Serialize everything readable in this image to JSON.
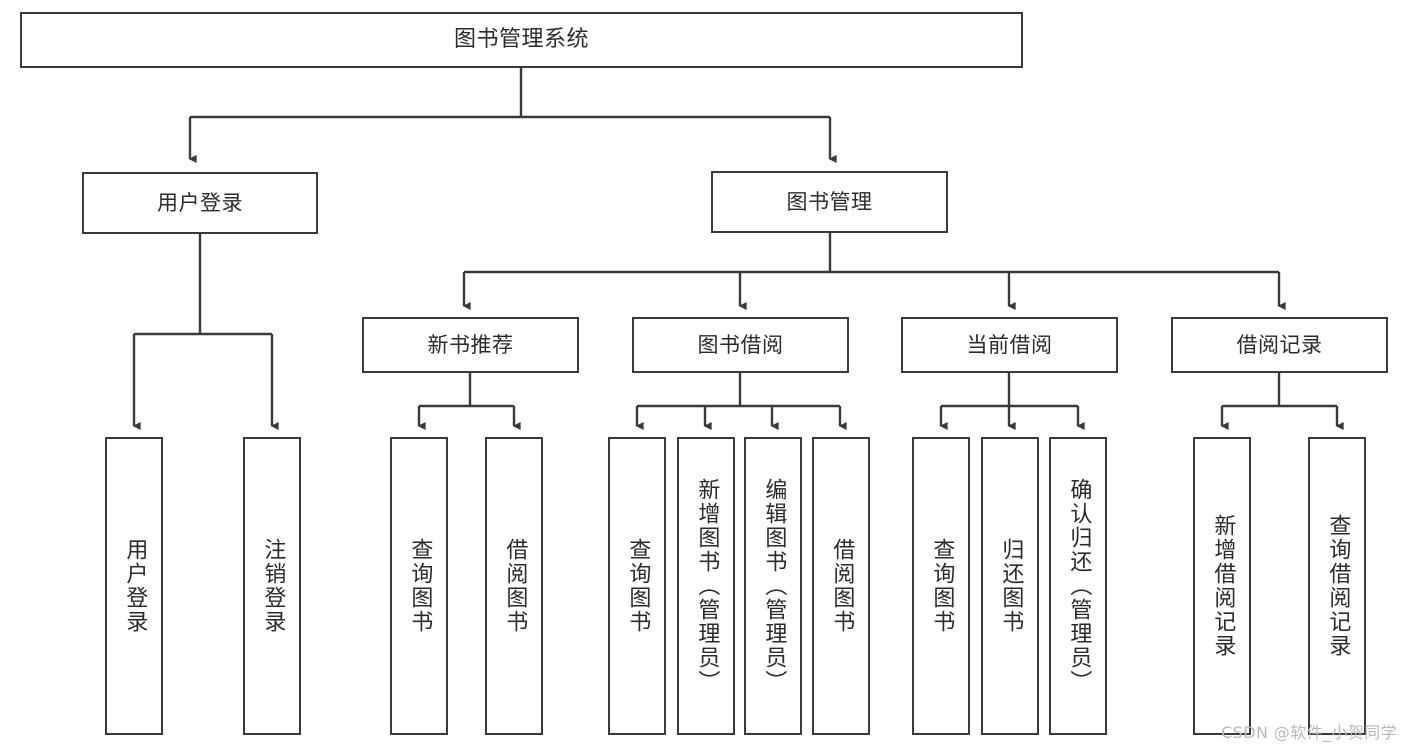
{
  "diagram": {
    "type": "tree",
    "title": "图书管理系统",
    "orientation": "top-down",
    "edge_color": "#3a3a3a",
    "node_border_color": "#3a3a3a",
    "node_fill_color": "#ffffff",
    "text_color": "#2b2b2b",
    "background_color": "#ffffff"
  },
  "nodes": {
    "root": {
      "label": "图书管理系统"
    },
    "level1": [
      {
        "id": "user-login",
        "label": "用户登录"
      },
      {
        "id": "book-management",
        "label": "图书管理"
      }
    ],
    "level2": [
      {
        "id": "new-book-recommend",
        "label": "新书推荐"
      },
      {
        "id": "book-borrow",
        "label": "图书借阅"
      },
      {
        "id": "current-borrow",
        "label": "当前借阅"
      },
      {
        "id": "borrow-record",
        "label": "借阅记录"
      }
    ],
    "leaves": {
      "user_login": [
        {
          "id": "leaf-user-login",
          "label": "用户登录"
        },
        {
          "id": "leaf-user-logout",
          "label": "注销登录"
        }
      ],
      "new_book_recommend": [
        {
          "id": "leaf-query-book-1",
          "label": "查询图书"
        },
        {
          "id": "leaf-borrow-book-1",
          "label": "借阅图书"
        }
      ],
      "book_borrow": [
        {
          "id": "leaf-query-book-2",
          "label": "查询图书"
        },
        {
          "id": "leaf-add-book",
          "label": "新增图书（管理员）"
        },
        {
          "id": "leaf-edit-book",
          "label": "编辑图书（管理员）"
        },
        {
          "id": "leaf-borrow-book-2",
          "label": "借阅图书"
        }
      ],
      "current_borrow": [
        {
          "id": "leaf-query-book-3",
          "label": "查询图书"
        },
        {
          "id": "leaf-return-book",
          "label": "归还图书"
        },
        {
          "id": "leaf-confirm-return",
          "label": "确认归还（管理员）"
        }
      ],
      "borrow_record": [
        {
          "id": "leaf-add-record",
          "label": "新增借阅记录"
        },
        {
          "id": "leaf-query-record",
          "label": "查询借阅记录"
        }
      ]
    }
  },
  "watermark": {
    "text": "CSDN @软件_小贺同学"
  }
}
